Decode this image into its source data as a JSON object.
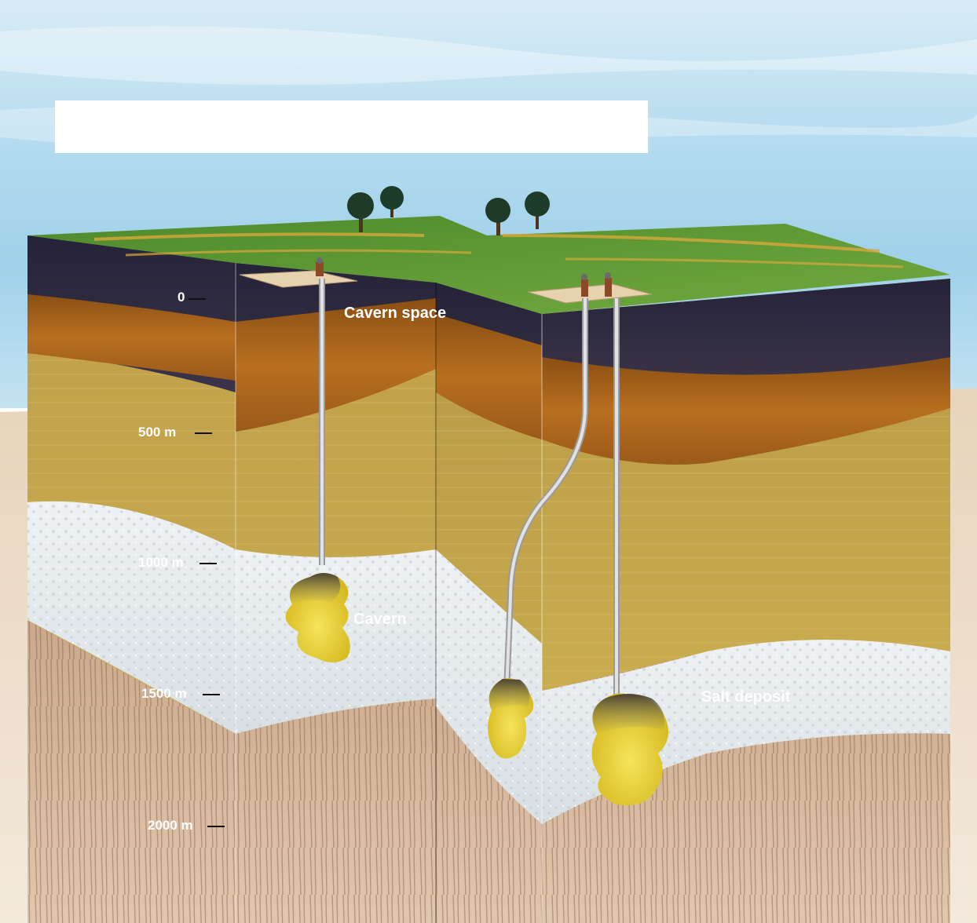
{
  "labels": {
    "cavern_space": "Cavern space",
    "cavern": "Cavern",
    "salt_deposit": "Salt deposit"
  },
  "depth_scale": [
    "0",
    "500 m",
    "1000 m",
    "1500 m",
    "2000 m"
  ],
  "colors": {
    "sky": "#c9e6f4",
    "grass": "#5f9a35",
    "topsoil_dark": "#2b2a3f",
    "clay_orange": "#b46a18",
    "sandstone": "#c9a94c",
    "salt": "#e9eef0",
    "rock_base": "#c8a486",
    "cavern_fill": "#e8d12d",
    "pipe": "#d7d7d7"
  }
}
